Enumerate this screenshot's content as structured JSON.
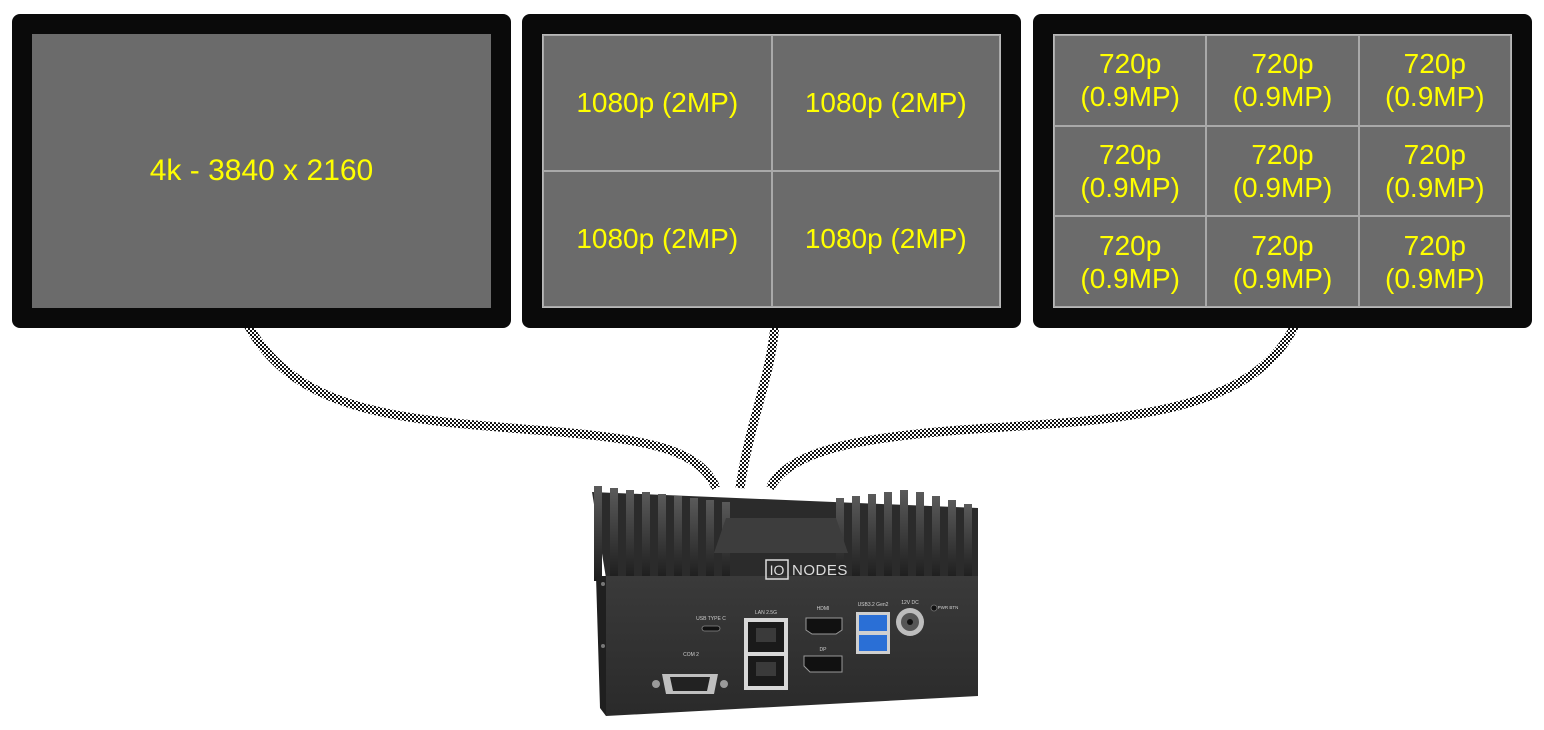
{
  "colors": {
    "screen": "#6b6b6b",
    "bezel": "#0a0a0a",
    "label": "#ffff00",
    "cable": "checkered black-white"
  },
  "monitor_left": {
    "label": "4k - 3840 x 2160"
  },
  "monitor_middle": {
    "cells": [
      "1080p (2MP)",
      "1080p (2MP)",
      "1080p (2MP)",
      "1080p (2MP)"
    ]
  },
  "monitor_right": {
    "cells": [
      {
        "line1": "720p",
        "line2": "(0.9MP)"
      },
      {
        "line1": "720p",
        "line2": "(0.9MP)"
      },
      {
        "line1": "720p",
        "line2": "(0.9MP)"
      },
      {
        "line1": "720p",
        "line2": "(0.9MP)"
      },
      {
        "line1": "720p",
        "line2": "(0.9MP)"
      },
      {
        "line1": "720p",
        "line2": "(0.9MP)"
      },
      {
        "line1": "720p",
        "line2": "(0.9MP)"
      },
      {
        "line1": "720p",
        "line2": "(0.9MP)"
      },
      {
        "line1": "720p",
        "line2": "(0.9MP)"
      }
    ]
  },
  "device": {
    "brand_box": "IO",
    "brand_text": "NODES",
    "ports": {
      "usb_c": "USB TYPE C",
      "lan": "LAN 2.5G",
      "hdmi": "HDMI",
      "usb3": "USB3.2 Gen2",
      "dc": "12V DC",
      "pwr": "PWR BTN",
      "dp": "DP",
      "com": "COM 2"
    }
  }
}
